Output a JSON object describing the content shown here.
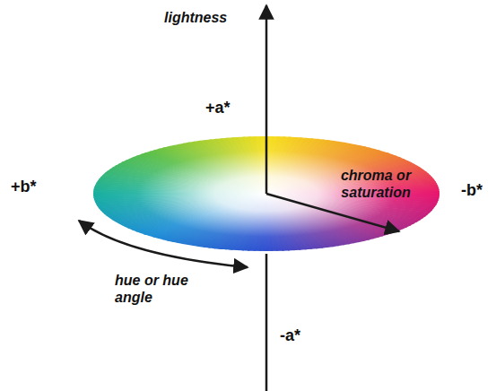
{
  "diagram": {
    "labels": [
      "lightness",
      "+a*",
      "+b*",
      "chroma or saturation",
      "-b*",
      "hue or hue angle",
      "-a*"
    ]
  }
}
